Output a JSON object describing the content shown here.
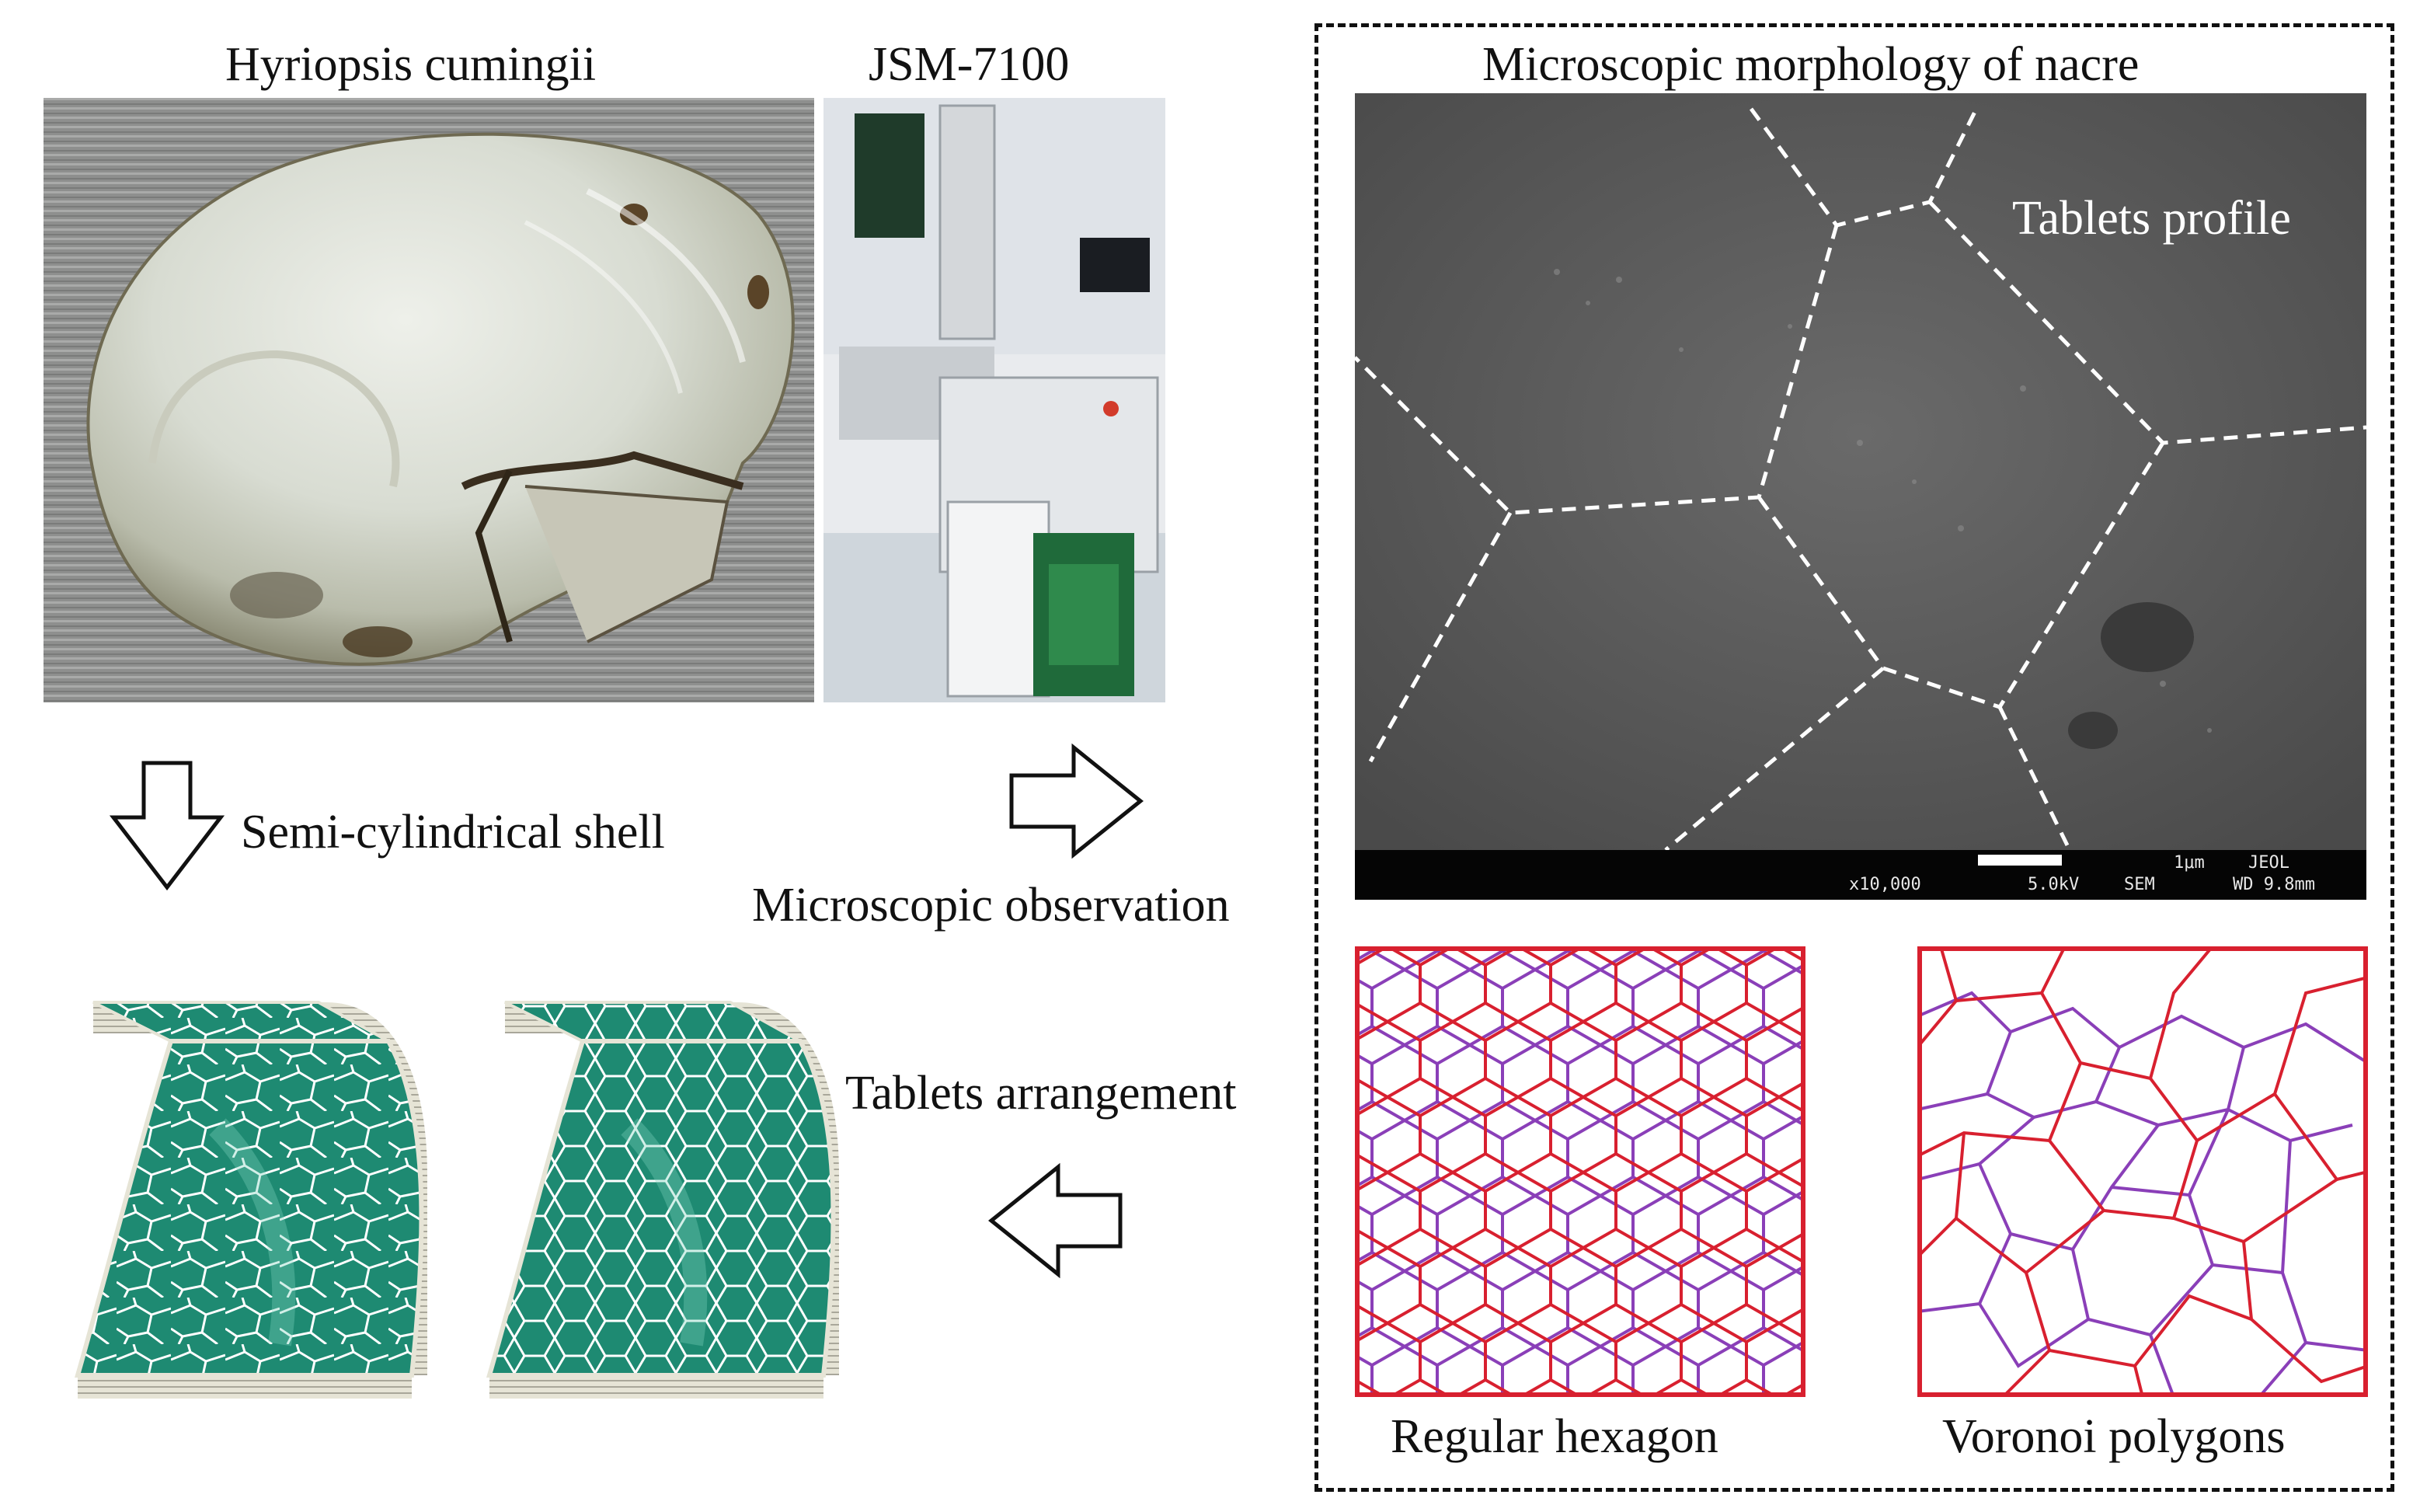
{
  "titles": {
    "shell": "Hyriopsis cumingii",
    "instrument": "JSM-7100",
    "nacre": "Microscopic morphology of nacre"
  },
  "sem": {
    "overlay_label": "Tablets profile",
    "scale": "1μm",
    "brand": "JEOL",
    "magnification": "x10,000",
    "voltage": "5.0kV",
    "mode": "SEM",
    "working_distance": "WD 9.8mm"
  },
  "flow": {
    "down": "Semi-cylindrical shell",
    "right": "Microscopic observation",
    "left": "Tablets arrangement"
  },
  "patterns": {
    "hexagon": "Regular hexagon",
    "voronoi": "Voronoi polygons"
  },
  "colors": {
    "tablet_green": "#1e8a72",
    "pattern_red": "#d8202f",
    "pattern_purple": "#8a3fb8",
    "sem_gray": "#5c5c5c"
  }
}
